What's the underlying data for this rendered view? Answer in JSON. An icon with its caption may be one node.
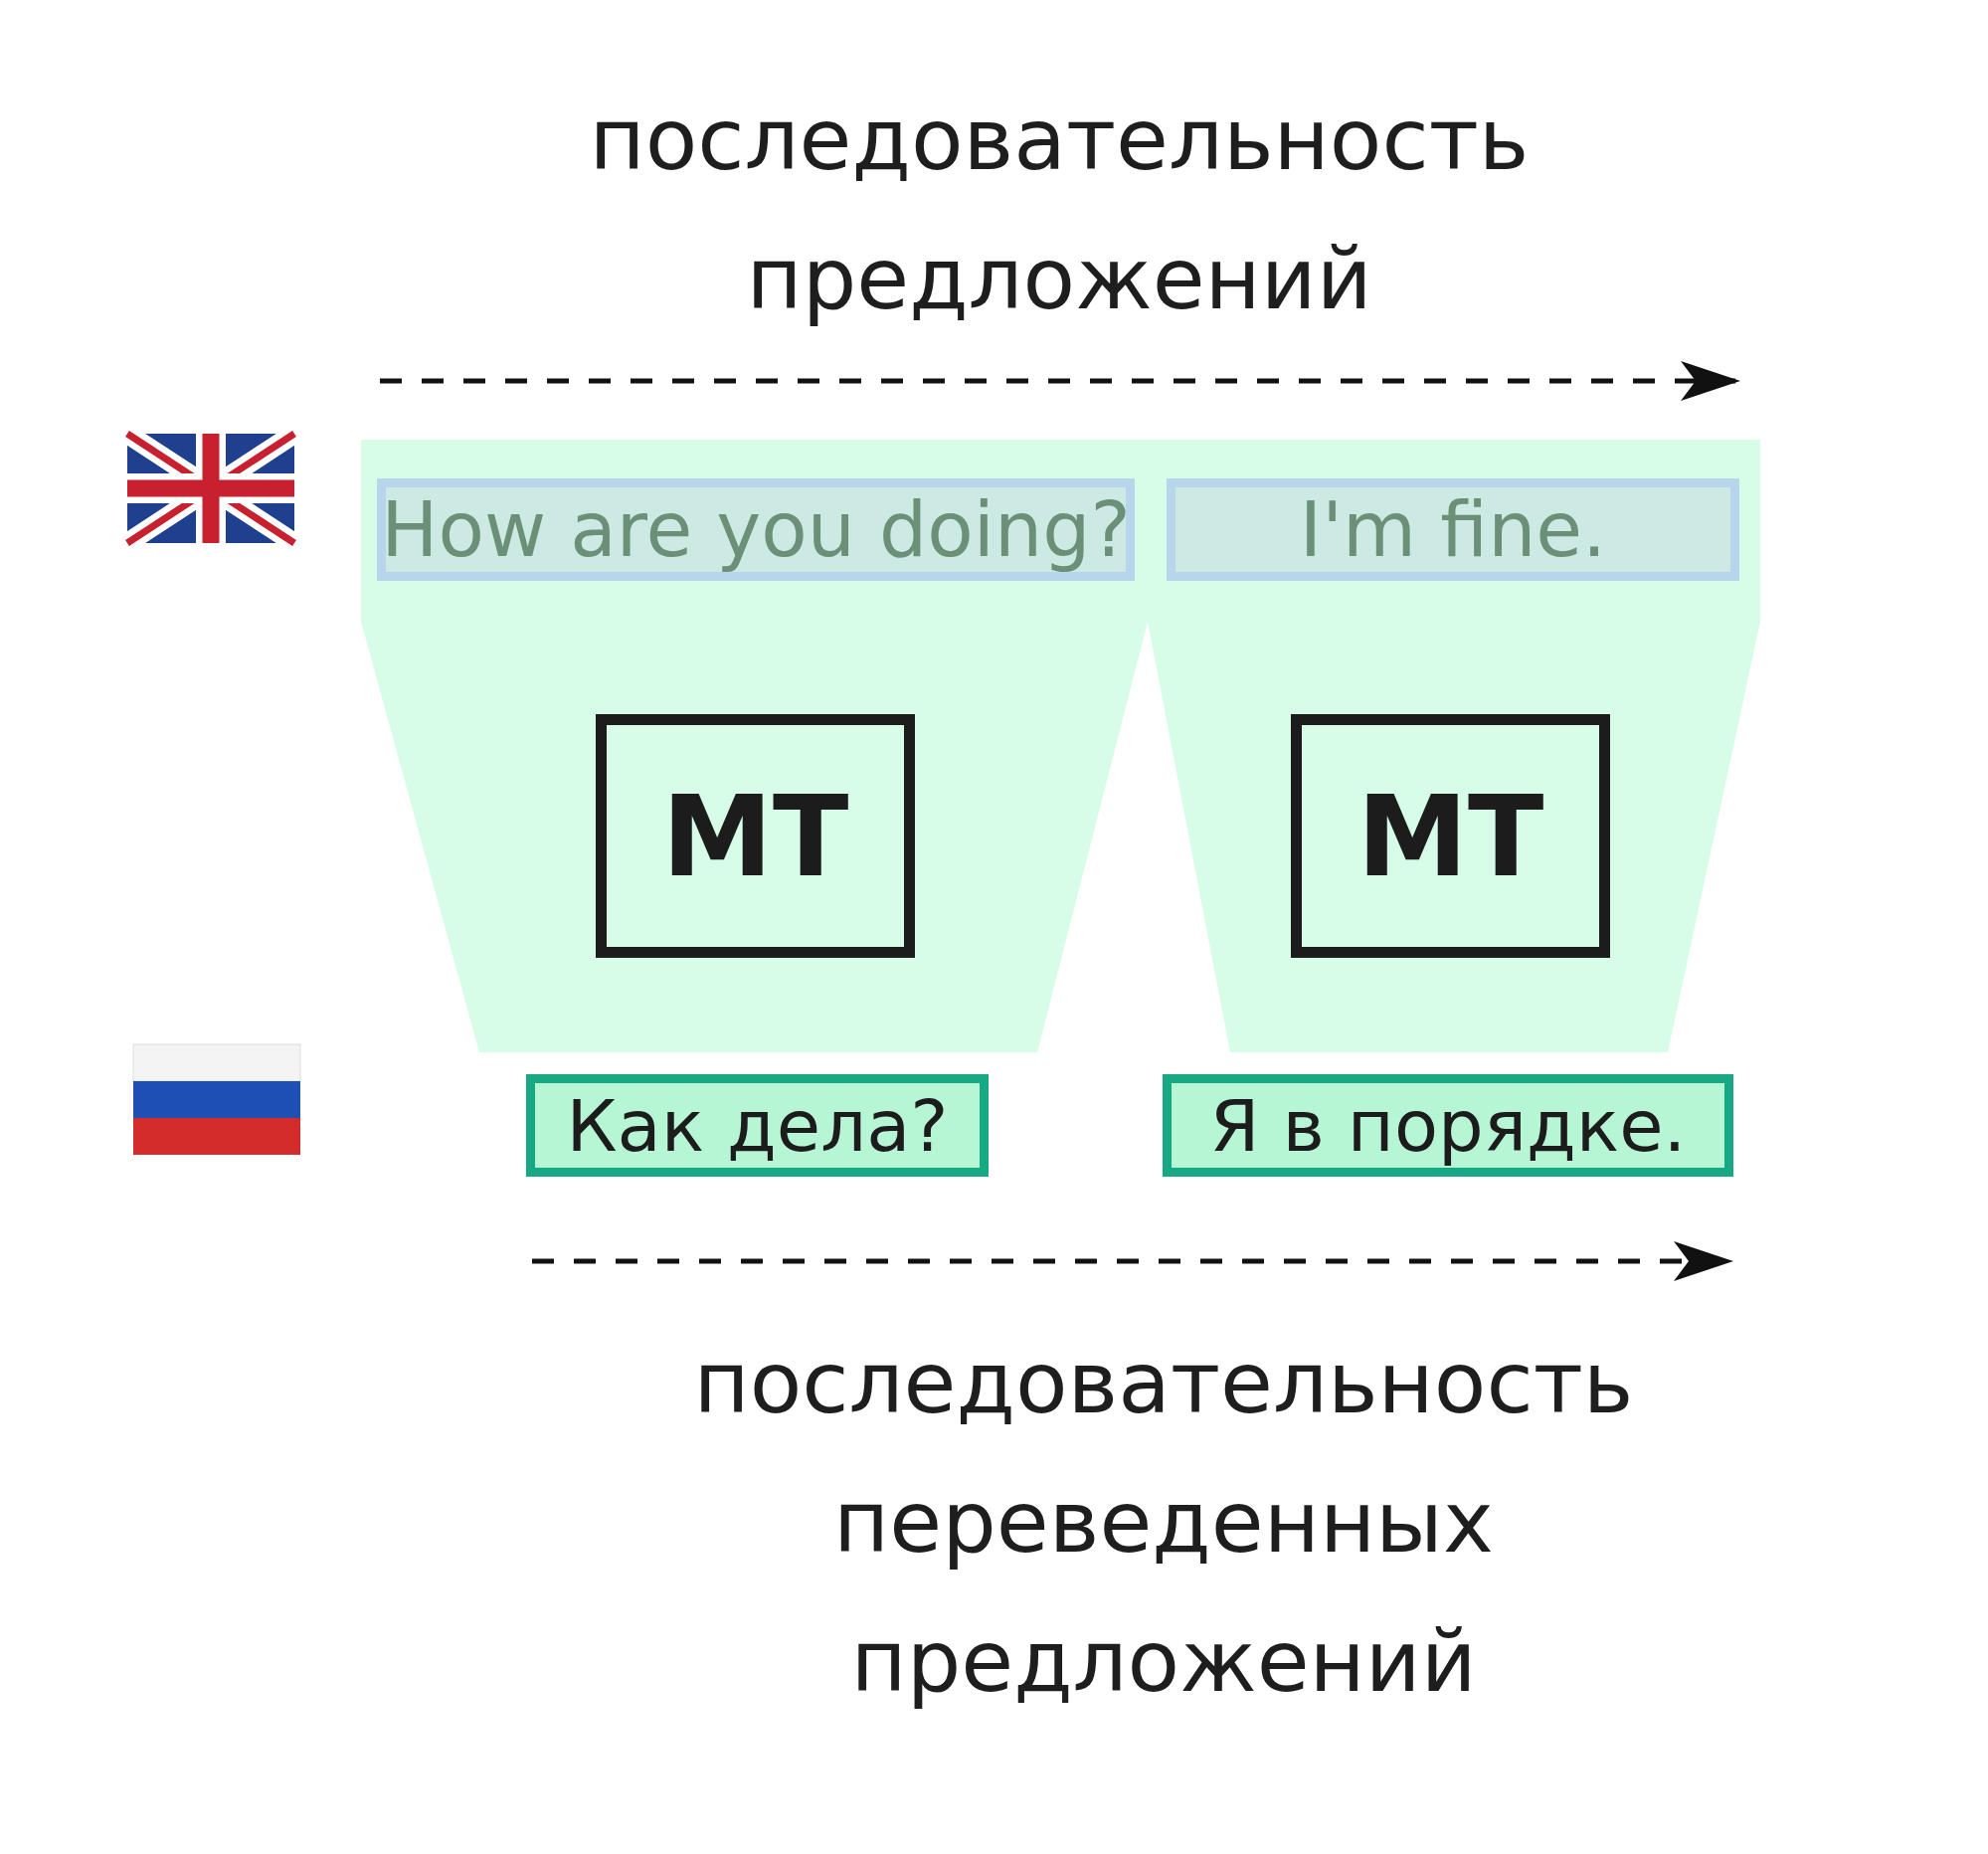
{
  "diagram": {
    "nodes": [
      {
        "text": [],
        "shape": "trapezoid"
      },
      {
        "text": [
          "How are you doing?"
        ],
        "in": 0
      },
      {
        "text": [
          "MT"
        ],
        "in": 0
      },
      {
        "text": [],
        "shape": "trapezoid"
      },
      {
        "text": [
          "I'm fine."
        ],
        "in": 3
      },
      {
        "text": [
          "MT"
        ],
        "in": 3
      },
      {
        "text": [
          "Как дела?"
        ]
      },
      {
        "text": [
          "Я в порядке."
        ]
      }
    ],
    "labels": [
      "последовательность предложений",
      "последовательность переведенных предложений"
    ]
  }
}
